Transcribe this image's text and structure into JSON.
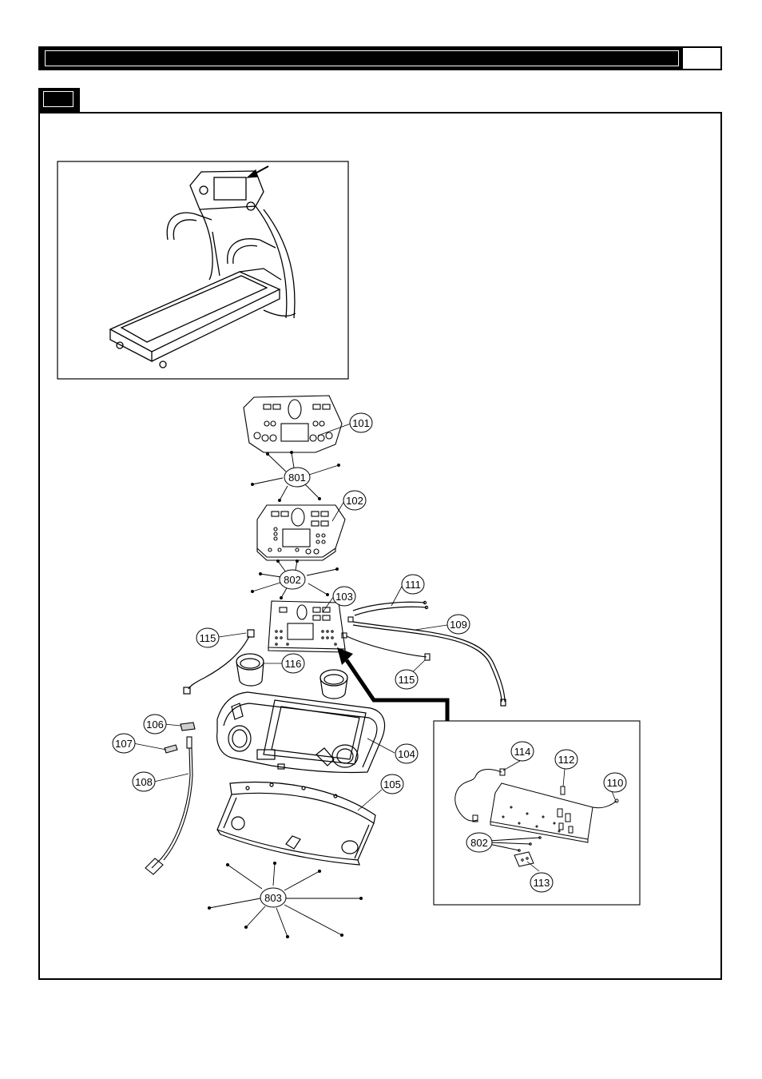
{
  "parts": {
    "p101": "101",
    "p102": "102",
    "p103": "103",
    "p104": "104",
    "p105": "105",
    "p106": "106",
    "p107": "107",
    "p108": "108",
    "p109": "109",
    "p110": "110",
    "p111": "111",
    "p112": "112",
    "p113": "113",
    "p114": "114",
    "p115a": "115",
    "p115b": "115",
    "p116": "116",
    "p801": "801",
    "p802a": "802",
    "p802b": "802",
    "p803": "803"
  }
}
